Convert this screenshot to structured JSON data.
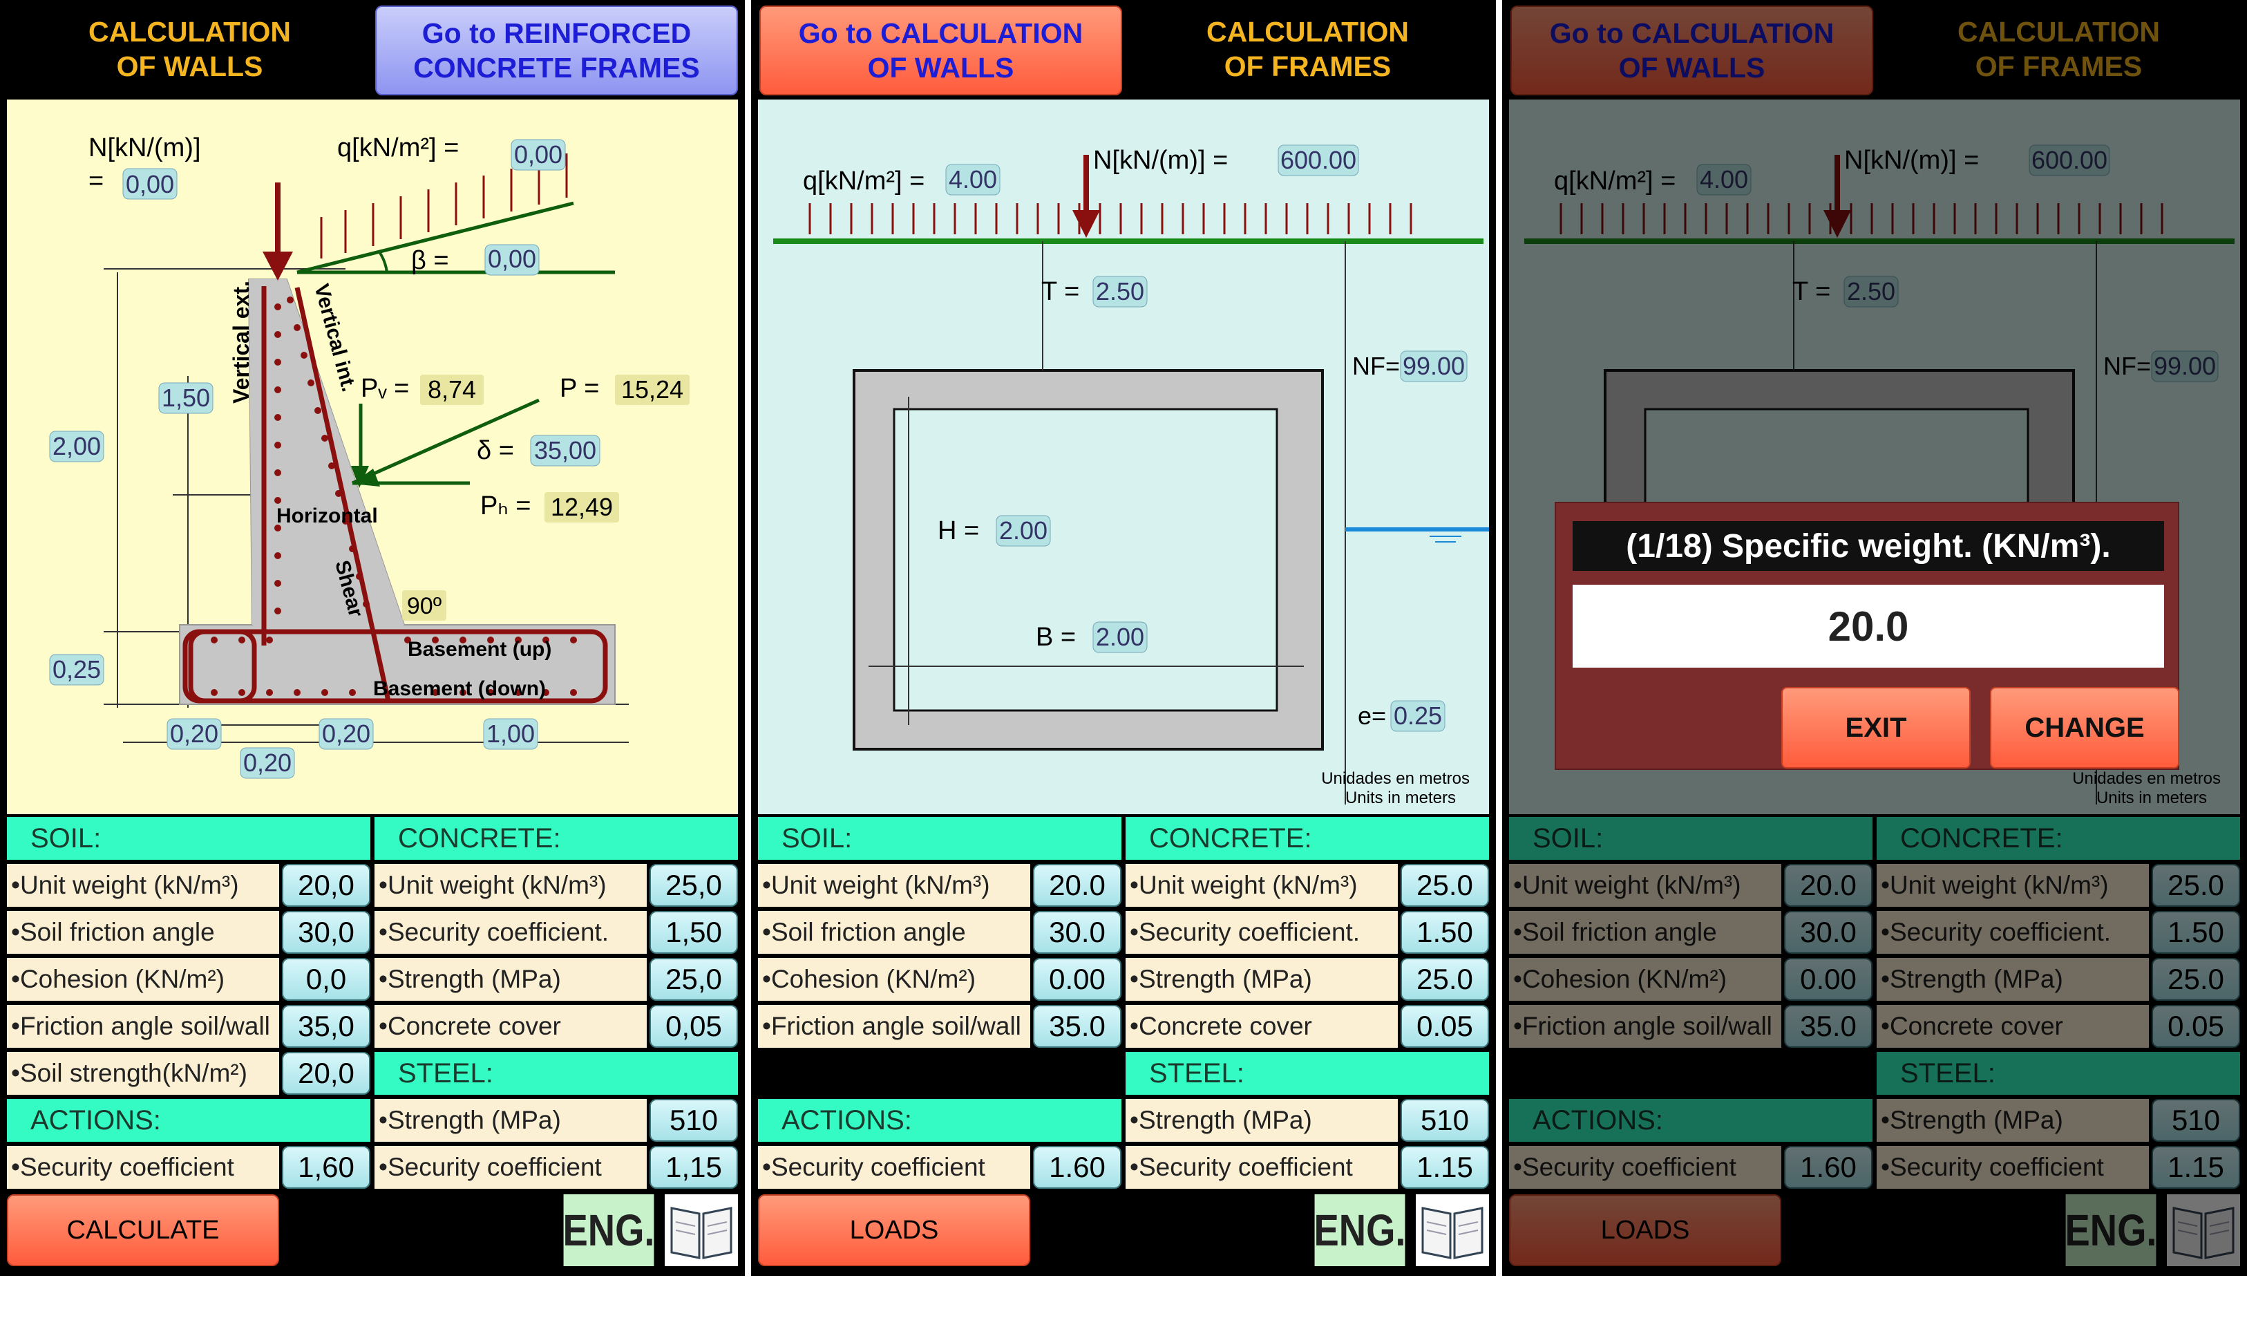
{
  "screens": [
    {
      "header": {
        "left": "CALCULATION\nOF WALLS",
        "right": "Go to REINFORCED\nCONCRETE FRAMES"
      },
      "diagram": {
        "N_label": "N[kN/(m)]",
        "N_eq": "=",
        "N": "0,00",
        "q_label": "q[kN/m²] =",
        "q": "0,00",
        "beta_label": "β =",
        "beta": "0,00",
        "h1": "1,50",
        "h2": "2,00",
        "h3": "0,25",
        "b1": "0,20",
        "b2": "0,20",
        "b3": "0,20",
        "b4": "1,00",
        "Pv_label": "Pᵥ =",
        "Pv": "8,74",
        "P_label": "P =",
        "P": "15,24",
        "delta_label": "δ =",
        "delta": "35,00",
        "Ph_label": "Pₕ =",
        "Ph": "12,49",
        "angle": "90º",
        "vext": "Vertical ext.",
        "vint": "Vertical int.",
        "horiz": "Horizontal",
        "shear": "Shear",
        "bup": "Basement (up)",
        "bdown": "Basement (down)"
      },
      "soil_header": "SOIL:",
      "concrete_header": "CONCRETE:",
      "steel_header": "STEEL:",
      "actions_header": "ACTIONS:",
      "soil": [
        {
          "label": "•Unit weight (kN/m³)",
          "value": "20,0"
        },
        {
          "label": "•Soil friction angle",
          "value": "30,0"
        },
        {
          "label": "•Cohesion (KN/m²)",
          "value": "0,0"
        },
        {
          "label": "•Friction angle soil/wall",
          "value": "35,0"
        },
        {
          "label": "•Soil strength(kN/m²)",
          "value": "20,0"
        }
      ],
      "concrete": [
        {
          "label": "•Unit weight (kN/m³)",
          "value": "25,0"
        },
        {
          "label": "•Security coefficient.",
          "value": "1,50"
        },
        {
          "label": "•Strength (MPa)",
          "value": "25,0"
        },
        {
          "label": "•Concrete cover",
          "value": "0,05"
        }
      ],
      "steel": [
        {
          "label": "•Strength (MPa)",
          "value": "510"
        },
        {
          "label": "•Security coefficient",
          "value": "1,15"
        }
      ],
      "actions": [
        {
          "label": "•Security coefficient",
          "value": "1,60"
        }
      ],
      "button": "CALCULATE",
      "lang": "ENG."
    },
    {
      "header": {
        "left": "Go to CALCULATION\nOF WALLS",
        "right": "CALCULATION\nOF FRAMES"
      },
      "diagram": {
        "q_label": "q[kN/m²] =",
        "q": "4.00",
        "N_label": "N[kN/(m)] =",
        "N": "600.00",
        "T_label": "T =",
        "T": "2.50",
        "NF_label": "NF=",
        "NF": "99.00",
        "H_label": "H =",
        "H": "2.00",
        "B_label": "B =",
        "B": "2.00",
        "e_label": "e=",
        "e": "0.25",
        "units1": "Unidades en metros",
        "units2": "Units in meters"
      },
      "soil_header": "SOIL:",
      "concrete_header": "CONCRETE:",
      "steel_header": "STEEL:",
      "actions_header": "ACTIONS:",
      "soil": [
        {
          "label": "•Unit weight (kN/m³)",
          "value": "20.0"
        },
        {
          "label": "•Soil friction angle",
          "value": "30.0"
        },
        {
          "label": "•Cohesion (KN/m²)",
          "value": "0.00"
        },
        {
          "label": "•Friction angle soil/wall",
          "value": "35.0"
        }
      ],
      "concrete": [
        {
          "label": "•Unit weight (kN/m³)",
          "value": "25.0"
        },
        {
          "label": "•Security coefficient.",
          "value": "1.50"
        },
        {
          "label": "•Strength (MPa)",
          "value": "25.0"
        },
        {
          "label": "•Concrete cover",
          "value": "0.05"
        }
      ],
      "steel": [
        {
          "label": "•Strength (MPa)",
          "value": "510"
        },
        {
          "label": "•Security coefficient",
          "value": "1.15"
        }
      ],
      "actions": [
        {
          "label": "•Security coefficient",
          "value": "1.60"
        }
      ],
      "button": "LOADS",
      "lang": "ENG."
    },
    {
      "header": {
        "left": "Go to CALCULATION\nOF WALLS",
        "right": "CALCULATION\nOF FRAMES"
      },
      "diagram": {
        "q_label": "q[kN/m²] =",
        "q": "4.00",
        "N_label": "N[kN/(m)] =",
        "N": "600.00",
        "T_label": "T =",
        "T": "2.50",
        "NF_label": "NF=",
        "NF": "99.00",
        "units1": "Unidades en metros",
        "units2": "Units in meters"
      },
      "soil_header": "SOIL:",
      "concrete_header": "CONCRETE:",
      "steel_header": "STEEL:",
      "actions_header": "ACTIONS:",
      "soil": [
        {
          "label": "•Unit weight (kN/m³)",
          "value": "20.0"
        },
        {
          "label": "•Soil friction angle",
          "value": "30.0"
        },
        {
          "label": "•Cohesion (KN/m²)",
          "value": "0.00"
        },
        {
          "label": "•Friction angle soil/wall",
          "value": "35.0"
        }
      ],
      "concrete": [
        {
          "label": "•Unit weight (kN/m³)",
          "value": "25.0"
        },
        {
          "label": "•Security coefficient.",
          "value": "1.50"
        },
        {
          "label": "•Strength (MPa)",
          "value": "25.0"
        },
        {
          "label": "•Concrete cover",
          "value": "0.05"
        }
      ],
      "steel": [
        {
          "label": "•Strength (MPa)",
          "value": "510"
        },
        {
          "label": "•Security coefficient",
          "value": "1.15"
        }
      ],
      "actions": [
        {
          "label": "•Security coefficient",
          "value": "1.60"
        }
      ],
      "button": "LOADS",
      "lang": "ENG.",
      "dialog": {
        "title": "(1/18) Specific weight. (KN/m³).",
        "value": "20.0",
        "exit": "EXIT",
        "change": "CHANGE"
      }
    }
  ],
  "colors": {
    "accent": "#34fbc3",
    "header_text": "#f5b521",
    "button": "#ff6e4e",
    "diagram1_bg": "#fffccc",
    "diagram2_bg": "#d8f3ef"
  }
}
